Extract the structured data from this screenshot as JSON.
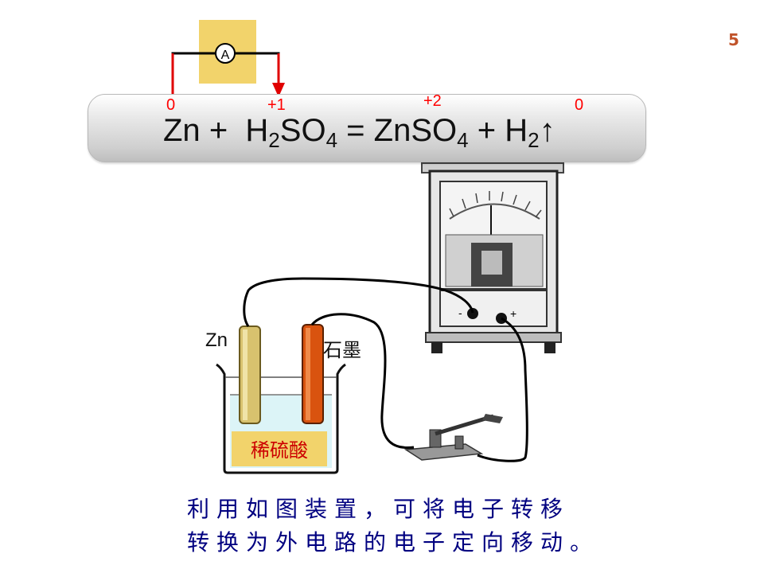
{
  "page_number": "5",
  "ammeter_symbol": "A",
  "equation": {
    "reactant1": "Zn",
    "plus1": "+",
    "reactant2_prefix": "H",
    "reactant2_sub1": "2",
    "reactant2_mid": "SO",
    "reactant2_sub2": "4",
    "equals": "=",
    "product1_prefix": "ZnSO",
    "product1_sub": "4",
    "plus2": "+",
    "product2_prefix": "H",
    "product2_sub": "2",
    "arrow": "↑"
  },
  "oxidation_states": {
    "zn_reactant": "0",
    "h_reactant": "+1",
    "zn_product": "+2",
    "h_product": "0"
  },
  "labels": {
    "zinc_electrode": "Zn",
    "graphite_electrode": "石墨",
    "solution": "稀硫酸",
    "meter_minus": "-",
    "meter_plus": "+"
  },
  "caption": {
    "line1": "利用如图装置，可将电子转移",
    "line2": "转换为外电路的电子定向移动。"
  },
  "colors": {
    "accent_red": "#ff0000",
    "caption_blue": "#000080",
    "page_number": "#c0532a",
    "ammeter_box": "#f2d36b"
  }
}
